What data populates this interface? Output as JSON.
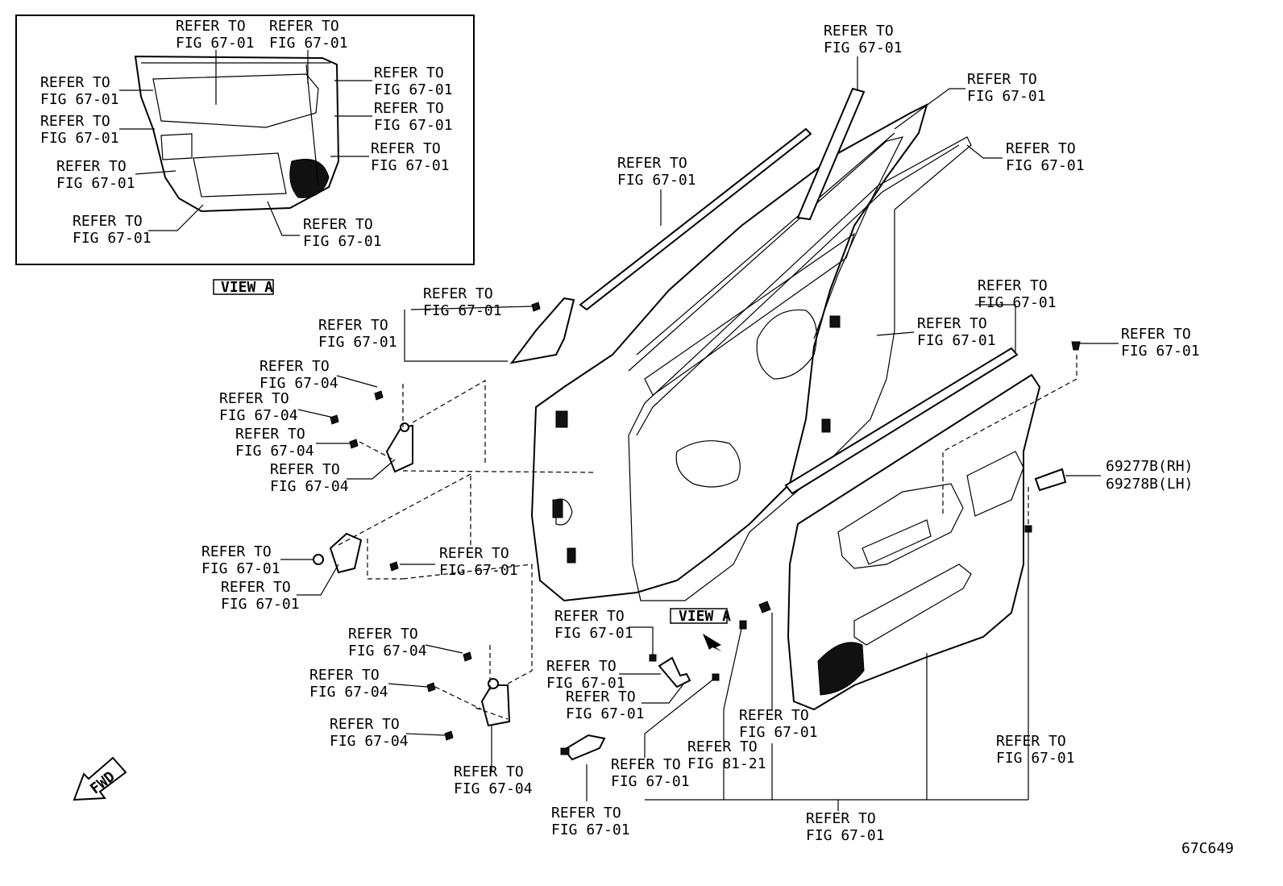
{
  "diagram_id": "67C649",
  "view_label": "VIEW A",
  "fwd_label": "FWD",
  "part_numbers": {
    "rh": "69277B(RH)",
    "lh": "69278B(LH)"
  },
  "labels": [
    {
      "l1": "REFER TO",
      "l2": "FIG 67-01"
    },
    {
      "l1": "REFER TO",
      "l2": "FIG 67-01"
    },
    {
      "l1": "REFER TO",
      "l2": "FIG 67-01"
    },
    {
      "l1": "REFER TO",
      "l2": "FIG 67-01"
    },
    {
      "l1": "REFER TO",
      "l2": "FIG 67-01"
    },
    {
      "l1": "REFER TO",
      "l2": "FIG 67-01"
    },
    {
      "l1": "REFER TO",
      "l2": "FIG 67-01"
    },
    {
      "l1": "REFER TO",
      "l2": "FIG 67-01"
    },
    {
      "l1": "REFER TO",
      "l2": "FIG 67-01"
    },
    {
      "l1": "REFER TO",
      "l2": "FIG 67-01"
    },
    {
      "l1": "REFER TO",
      "l2": "FIG 67-01"
    },
    {
      "l1": "REFER TO",
      "l2": "FIG 67-01"
    },
    {
      "l1": "REFER TO",
      "l2": "FIG 67-01"
    },
    {
      "l1": "REFER TO",
      "l2": "FIG 67-01"
    },
    {
      "l1": "REFER TO",
      "l2": "FIG 67-01"
    },
    {
      "l1": "REFER TO",
      "l2": "FIG 67-01"
    },
    {
      "l1": "REFER TO",
      "l2": "FIG 67-01"
    },
    {
      "l1": "REFER TO",
      "l2": "FIG 67-01"
    },
    {
      "l1": "REFER TO",
      "l2": "FIG 67-01"
    },
    {
      "l1": "REFER TO",
      "l2": "FIG 67-04"
    },
    {
      "l1": "REFER TO",
      "l2": "FIG 67-04"
    },
    {
      "l1": "REFER TO",
      "l2": "FIG 67-04"
    },
    {
      "l1": "REFER TO",
      "l2": "FIG 67-04"
    },
    {
      "l1": "REFER TO",
      "l2": "FIG 67-01"
    },
    {
      "l1": "REFER TO",
      "l2": "FIG 67-01"
    },
    {
      "l1": "REFER TO",
      "l2": "FIG 67-01"
    },
    {
      "l1": "REFER TO",
      "l2": "FIG 67-04"
    },
    {
      "l1": "REFER TO",
      "l2": "FIG 67-04"
    },
    {
      "l1": "REFER TO",
      "l2": "FIG 67-04"
    },
    {
      "l1": "REFER TO",
      "l2": "FIG 67-04"
    },
    {
      "l1": "REFER TO",
      "l2": "FIG 67-01"
    },
    {
      "l1": "REFER TO",
      "l2": "FIG 67-01"
    },
    {
      "l1": "REFER TO",
      "l2": "FIG 67-01"
    },
    {
      "l1": "REFER TO",
      "l2": "FIG 67-01"
    },
    {
      "l1": "REFER TO",
      "l2": "FIG 67-01"
    },
    {
      "l1": "REFER TO",
      "l2": "FIG 81-21"
    },
    {
      "l1": "REFER TO",
      "l2": "FIG 67-01"
    },
    {
      "l1": "REFER TO",
      "l2": "FIG 67-01"
    },
    {
      "l1": "REFER TO",
      "l2": "FIG 67-01"
    }
  ]
}
